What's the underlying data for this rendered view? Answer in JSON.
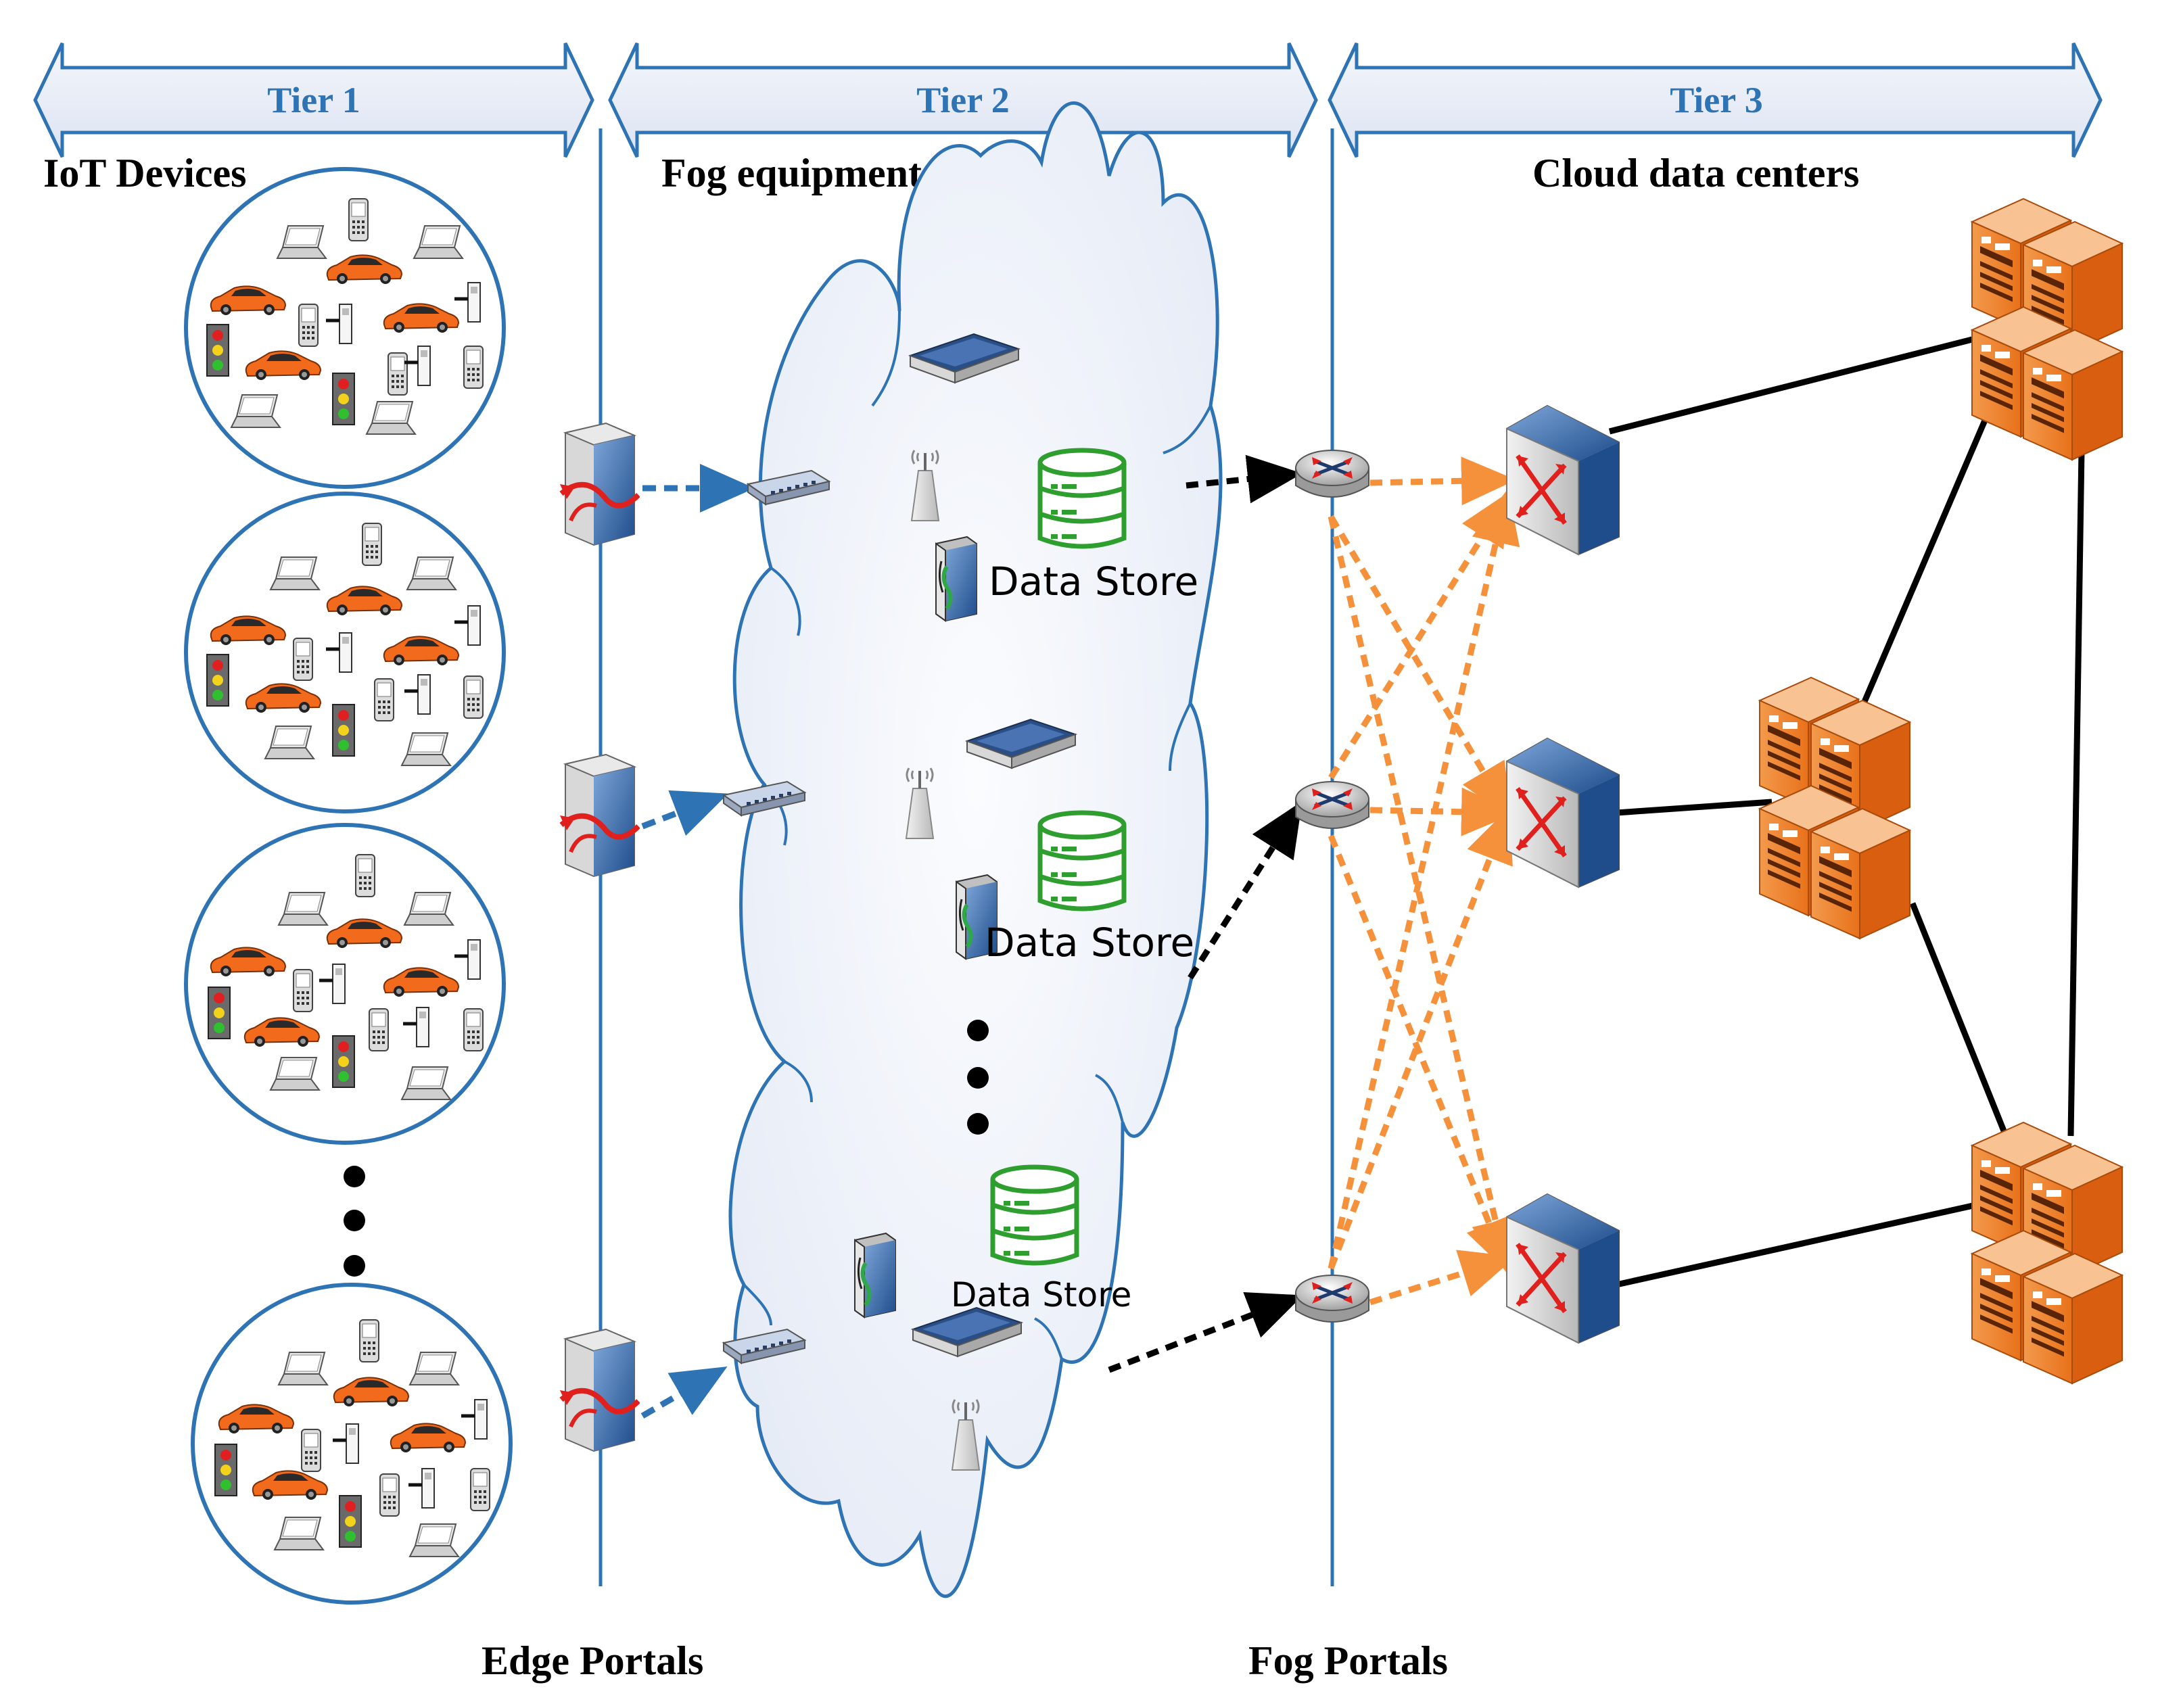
{
  "tiers": {
    "tier1": "Tier 1",
    "tier2": "Tier 2",
    "tier3": "Tier 3"
  },
  "headings": {
    "iot": "IoT Devices",
    "fog": "Fog equipment",
    "cloud": "Cloud data centers",
    "edge_portals": "Edge Portals",
    "fog_portals": "Fog Portals"
  },
  "data_store": {
    "label1": "Data Store",
    "label2": "Data Store",
    "label3": "Data Store"
  },
  "colors": {
    "tier_text": "#2e74b5",
    "divider": "#2e74b5",
    "edge_link": "#2e74b5",
    "mesh_link": "#f4913a",
    "fog_link": "#000000",
    "datastore": "#2e9e2e",
    "server": "#f07a1e",
    "cloud_fill": "#eef2fa"
  },
  "icons": [
    "car-icon",
    "laptop-icon",
    "phone-icon",
    "traffic-light-icon",
    "sensor-icon",
    "edge-portal-icon",
    "hub-icon",
    "fog-box-icon",
    "antenna-icon",
    "data-store-icon",
    "router-icon",
    "switch-icon",
    "server-icon"
  ]
}
